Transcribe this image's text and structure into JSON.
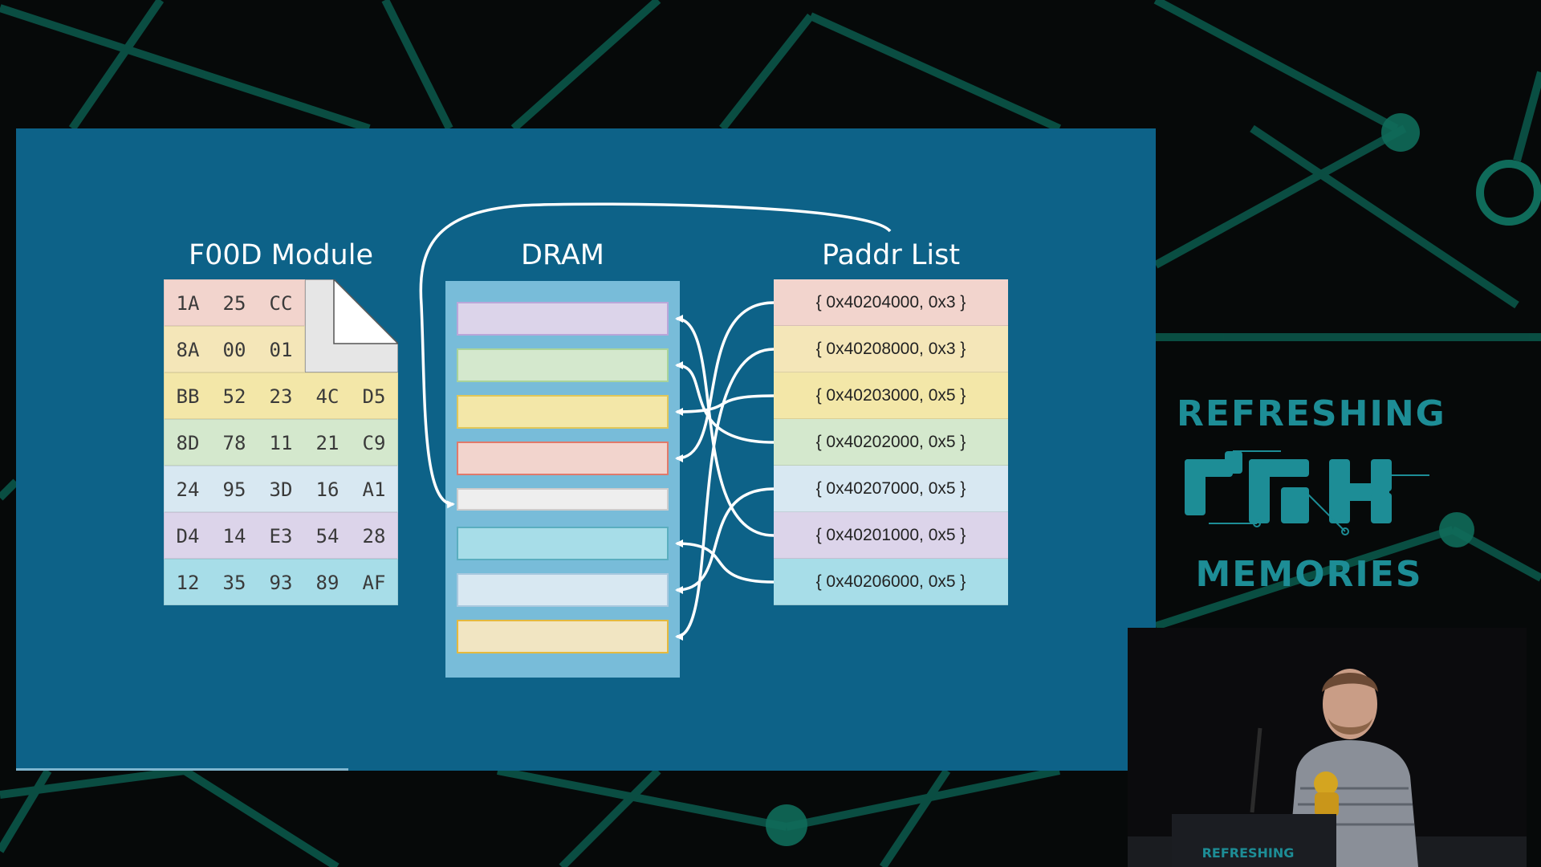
{
  "slide": {
    "module_title": "F00D Module",
    "dram_title": "DRAM",
    "paddr_title": "Paddr List"
  },
  "module_rows": [
    {
      "cells": [
        "1A",
        "25",
        "CC"
      ],
      "color": "#f2d4cd"
    },
    {
      "cells": [
        "8A",
        "00",
        "01"
      ],
      "color": "#f4e6b8"
    },
    {
      "cells": [
        "BB",
        "52",
        "23",
        "4C",
        "D5"
      ],
      "color": "#f3e7a8"
    },
    {
      "cells": [
        "8D",
        "78",
        "11",
        "21",
        "C9"
      ],
      "color": "#d4e8cd"
    },
    {
      "cells": [
        "24",
        "95",
        "3D",
        "16",
        "A1"
      ],
      "color": "#d8e8f2"
    },
    {
      "cells": [
        "D4",
        "14",
        "E3",
        "54",
        "28"
      ],
      "color": "#dcd4ea"
    },
    {
      "cells": [
        "12",
        "35",
        "93",
        "89",
        "AF"
      ],
      "color": "#a7dde8"
    }
  ],
  "dram_cells": [
    {
      "fill": "#dcd4ea",
      "border": "#b9a6d9"
    },
    {
      "fill": "#d4e8cd",
      "border": "#a9d39a"
    },
    {
      "fill": "#f3e7a8",
      "border": "#e0c75a"
    },
    {
      "fill": "#f2d4cd",
      "border": "#e07a6b"
    },
    {
      "fill": "#eeeeee",
      "border": "#cccccc"
    },
    {
      "fill": "#a7dde8",
      "border": "#5aaebf"
    },
    {
      "fill": "#d8e8f2",
      "border": "#a8c8de"
    },
    {
      "fill": "#f1e5c2",
      "border": "#e5b93d"
    }
  ],
  "paddr_list": [
    {
      "text": "{ 0x40204000, 0x3 }",
      "color": "#f2d4cd"
    },
    {
      "text": "{ 0x40208000, 0x3 }",
      "color": "#f4e6b8"
    },
    {
      "text": "{ 0x40203000, 0x5 }",
      "color": "#f3e7a8"
    },
    {
      "text": "{ 0x40202000, 0x5 }",
      "color": "#d4e8cd"
    },
    {
      "text": "{ 0x40207000, 0x5 }",
      "color": "#d8e8f2"
    },
    {
      "text": "{ 0x40201000, 0x5 }",
      "color": "#dcd4ea"
    },
    {
      "text": "{ 0x40206000, 0x5 }",
      "color": "#a7dde8"
    }
  ],
  "paddr_to_dram": [
    3,
    7,
    2,
    1,
    6,
    0,
    5
  ],
  "logo": {
    "line1": "REFRESHING",
    "line2": "MEMORIES",
    "color": "#1d8d96"
  },
  "podium_text": "REFRESHING"
}
